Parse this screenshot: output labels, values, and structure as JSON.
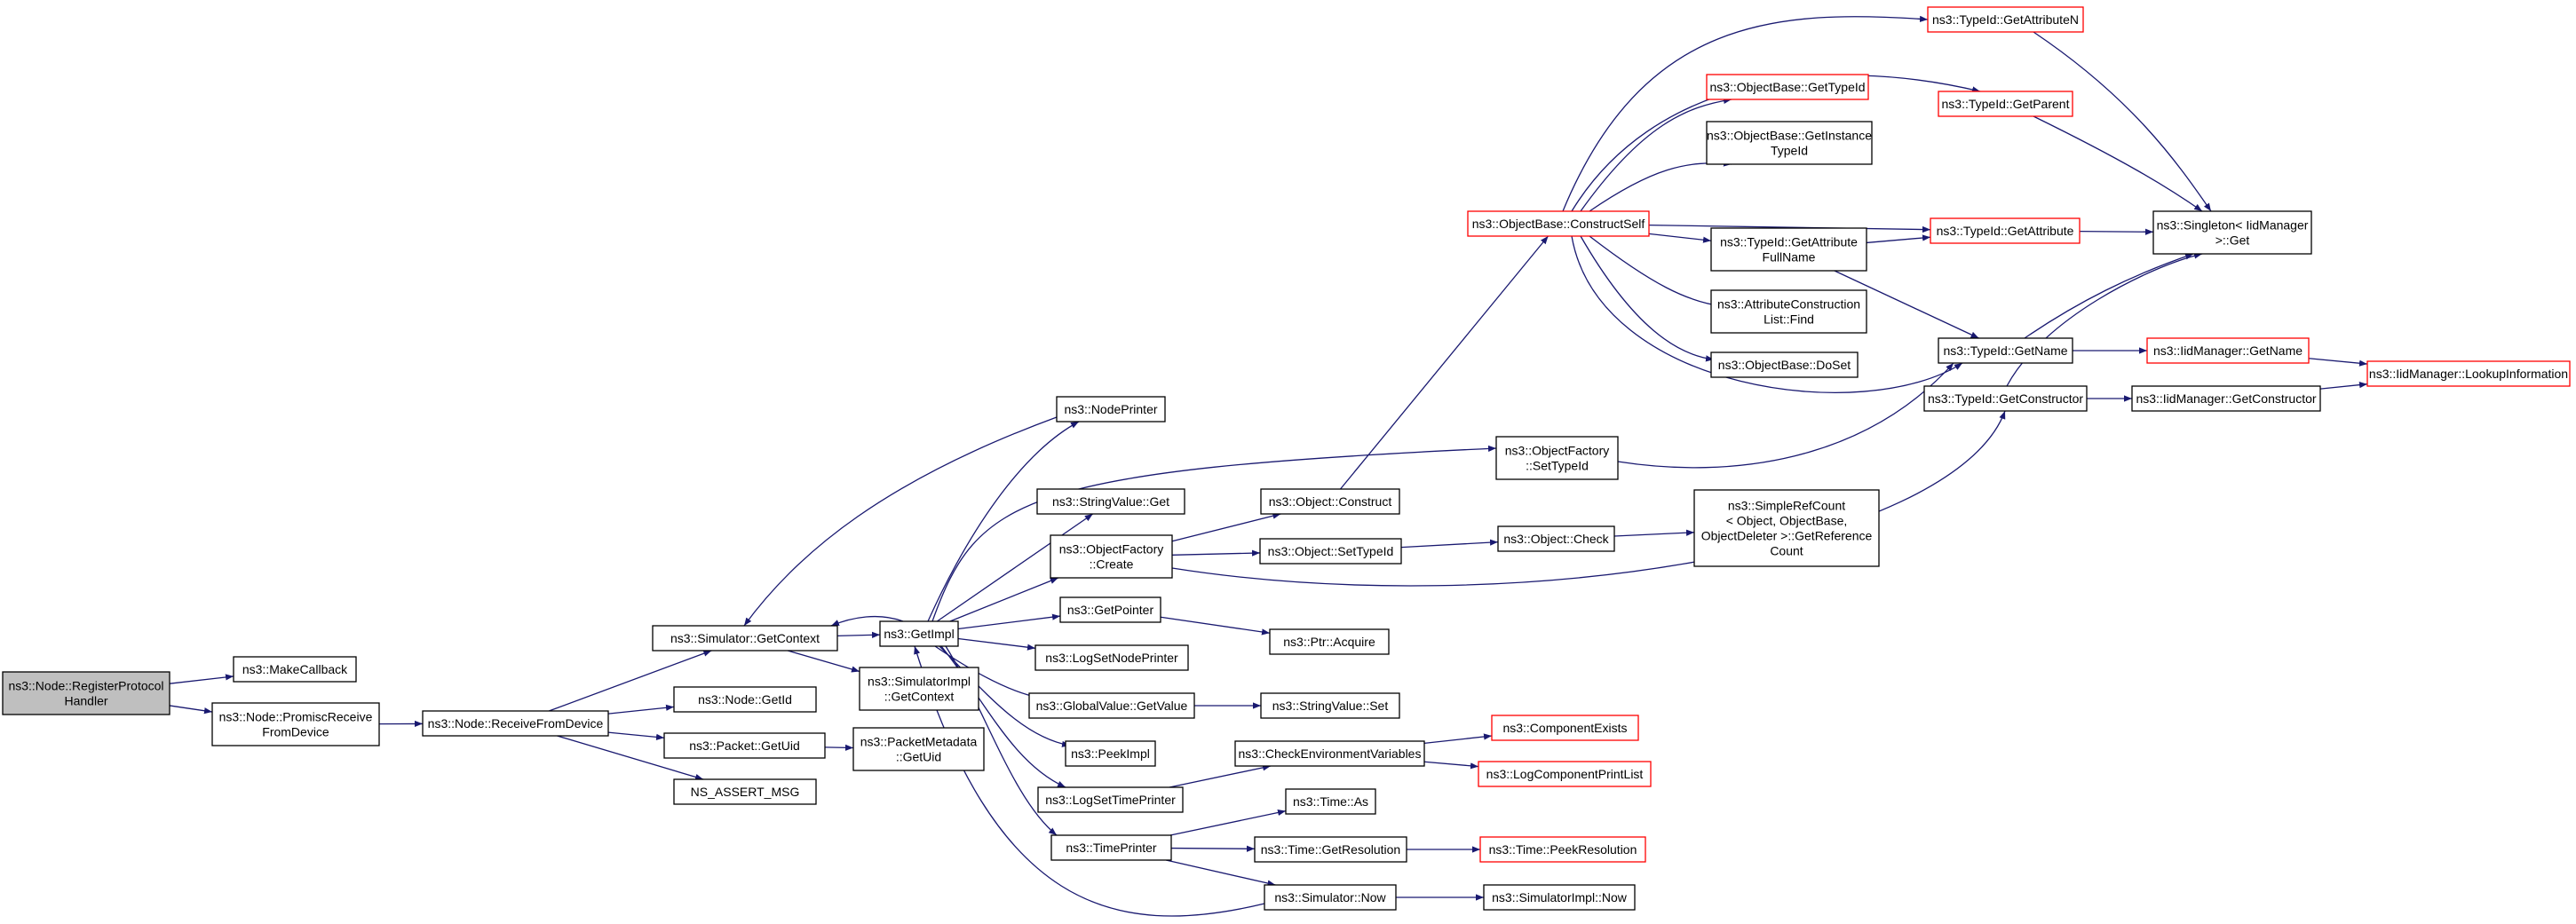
{
  "colors": {
    "edge": "#191970",
    "border_normal": "#000000",
    "border_truncated": "#ff0000",
    "root_fill": "#bfbfbf",
    "node_fill": "#ffffff"
  },
  "nodes": [
    {
      "id": "root",
      "lines": [
        "ns3::Node::RegisterProtocol",
        "Handler"
      ],
      "style": "root"
    },
    {
      "id": "makecallback",
      "lines": [
        "ns3::MakeCallback"
      ],
      "style": "normal"
    },
    {
      "id": "promisc",
      "lines": [
        "ns3::Node::PromiscReceive",
        "FromDevice"
      ],
      "style": "normal"
    },
    {
      "id": "recvdev",
      "lines": [
        "ns3::Node::ReceiveFromDevice"
      ],
      "style": "normal"
    },
    {
      "id": "getcontext",
      "lines": [
        "ns3::Simulator::GetContext"
      ],
      "style": "normal"
    },
    {
      "id": "getid",
      "lines": [
        "ns3::Node::GetId"
      ],
      "style": "normal"
    },
    {
      "id": "getuid",
      "lines": [
        "ns3::Packet::GetUid"
      ],
      "style": "normal"
    },
    {
      "id": "assertmsg",
      "lines": [
        "NS_ASSERT_MSG"
      ],
      "style": "normal"
    },
    {
      "id": "getimpl",
      "lines": [
        "ns3::GetImpl"
      ],
      "style": "normal"
    },
    {
      "id": "simimpl_ctx",
      "lines": [
        "ns3::SimulatorImpl",
        "::GetContext"
      ],
      "style": "normal"
    },
    {
      "id": "pmeta_uid",
      "lines": [
        "ns3::PacketMetadata",
        "::GetUid"
      ],
      "style": "normal"
    },
    {
      "id": "nodeprinter",
      "lines": [
        "ns3::NodePrinter"
      ],
      "style": "normal"
    },
    {
      "id": "stringvalue_get",
      "lines": [
        "ns3::StringValue::Get"
      ],
      "style": "normal"
    },
    {
      "id": "objfactory_create",
      "lines": [
        "ns3::ObjectFactory",
        "::Create"
      ],
      "style": "normal"
    },
    {
      "id": "getpointer",
      "lines": [
        "ns3::GetPointer"
      ],
      "style": "normal"
    },
    {
      "id": "logsetnodeprinter",
      "lines": [
        "ns3::LogSetNodePrinter"
      ],
      "style": "normal"
    },
    {
      "id": "globalvalue_get",
      "lines": [
        "ns3::GlobalValue::GetValue"
      ],
      "style": "normal"
    },
    {
      "id": "peekimpl",
      "lines": [
        "ns3::PeekImpl"
      ],
      "style": "normal"
    },
    {
      "id": "logsettimeprinter",
      "lines": [
        "ns3::LogSetTimePrinter"
      ],
      "style": "normal"
    },
    {
      "id": "timeprinter",
      "lines": [
        "ns3::TimePrinter"
      ],
      "style": "normal"
    },
    {
      "id": "object_construct",
      "lines": [
        "ns3::Object::Construct"
      ],
      "style": "normal"
    },
    {
      "id": "object_settypeid",
      "lines": [
        "ns3::Object::SetTypeId"
      ],
      "style": "normal"
    },
    {
      "id": "ptr_acquire",
      "lines": [
        "ns3::Ptr::Acquire"
      ],
      "style": "normal"
    },
    {
      "id": "stringvalue_set",
      "lines": [
        "ns3::StringValue::Set"
      ],
      "style": "normal"
    },
    {
      "id": "checkenv",
      "lines": [
        "ns3::CheckEnvironmentVariables"
      ],
      "style": "normal"
    },
    {
      "id": "time_as",
      "lines": [
        "ns3::Time::As"
      ],
      "style": "normal"
    },
    {
      "id": "time_getres",
      "lines": [
        "ns3::Time::GetResolution"
      ],
      "style": "normal"
    },
    {
      "id": "sim_now",
      "lines": [
        "ns3::Simulator::Now"
      ],
      "style": "normal"
    },
    {
      "id": "objfactory_settypeid",
      "lines": [
        "ns3::ObjectFactory",
        "::SetTypeId"
      ],
      "style": "normal"
    },
    {
      "id": "object_check",
      "lines": [
        "ns3::Object::Check"
      ],
      "style": "normal"
    },
    {
      "id": "componentexists",
      "lines": [
        "ns3::ComponentExists"
      ],
      "style": "truncated"
    },
    {
      "id": "logcompprintlist",
      "lines": [
        "ns3::LogComponentPrintList"
      ],
      "style": "truncated"
    },
    {
      "id": "time_peekres",
      "lines": [
        "ns3::Time::PeekResolution"
      ],
      "style": "truncated"
    },
    {
      "id": "simimpl_now",
      "lines": [
        "ns3::SimulatorImpl::Now"
      ],
      "style": "normal"
    },
    {
      "id": "constructself",
      "lines": [
        "ns3::ObjectBase::ConstructSelf"
      ],
      "style": "truncated"
    },
    {
      "id": "simplerefcount",
      "lines": [
        "ns3::SimpleRefCount",
        "< Object, ObjectBase,",
        "ObjectDeleter >::GetReference",
        "Count"
      ],
      "style": "normal"
    },
    {
      "id": "ob_gettypeid",
      "lines": [
        "ns3::ObjectBase::GetTypeId"
      ],
      "style": "truncated"
    },
    {
      "id": "ob_getinsttypeid",
      "lines": [
        "ns3::ObjectBase::GetInstance",
        "TypeId"
      ],
      "style": "normal"
    },
    {
      "id": "tid_getattrfullname",
      "lines": [
        "ns3::TypeId::GetAttribute",
        "FullName"
      ],
      "style": "normal"
    },
    {
      "id": "attrconstr_find",
      "lines": [
        "ns3::AttributeConstruction",
        "List::Find"
      ],
      "style": "normal"
    },
    {
      "id": "ob_doset",
      "lines": [
        "ns3::ObjectBase::DoSet"
      ],
      "style": "normal"
    },
    {
      "id": "tid_getattributen",
      "lines": [
        "ns3::TypeId::GetAttributeN"
      ],
      "style": "truncated"
    },
    {
      "id": "tid_getparent",
      "lines": [
        "ns3::TypeId::GetParent"
      ],
      "style": "truncated"
    },
    {
      "id": "tid_getattribute",
      "lines": [
        "ns3::TypeId::GetAttribute"
      ],
      "style": "truncated"
    },
    {
      "id": "tid_getname",
      "lines": [
        "ns3::TypeId::GetName"
      ],
      "style": "normal"
    },
    {
      "id": "tid_getconstructor",
      "lines": [
        "ns3::TypeId::GetConstructor"
      ],
      "style": "normal"
    },
    {
      "id": "singleton_get",
      "lines": [
        "ns3::Singleton< IidManager",
        ">::Get"
      ],
      "style": "normal"
    },
    {
      "id": "iid_getname",
      "lines": [
        "ns3::IidManager::GetName"
      ],
      "style": "truncated"
    },
    {
      "id": "iid_getconstructor",
      "lines": [
        "ns3::IidManager::GetConstructor"
      ],
      "style": "normal"
    },
    {
      "id": "iid_lookupinfo",
      "lines": [
        "ns3::IidManager::LookupInformation"
      ],
      "style": "truncated"
    }
  ],
  "edges": [
    [
      "root",
      "makecallback"
    ],
    [
      "root",
      "promisc"
    ],
    [
      "promisc",
      "recvdev"
    ],
    [
      "recvdev",
      "getcontext"
    ],
    [
      "recvdev",
      "getid"
    ],
    [
      "recvdev",
      "getuid"
    ],
    [
      "recvdev",
      "assertmsg"
    ],
    [
      "getcontext",
      "getimpl"
    ],
    [
      "getcontext",
      "simimpl_ctx"
    ],
    [
      "getuid",
      "pmeta_uid"
    ],
    [
      "getimpl",
      "getcontext"
    ],
    [
      "getimpl",
      "nodeprinter"
    ],
    [
      "getimpl",
      "stringvalue_get"
    ],
    [
      "getimpl",
      "objfactory_create"
    ],
    [
      "getimpl",
      "getpointer"
    ],
    [
      "getimpl",
      "logsetnodeprinter"
    ],
    [
      "getimpl",
      "globalvalue_get"
    ],
    [
      "getimpl",
      "peekimpl"
    ],
    [
      "getimpl",
      "logsettimeprinter"
    ],
    [
      "getimpl",
      "timeprinter"
    ],
    [
      "getimpl",
      "objfactory_settypeid"
    ],
    [
      "nodeprinter",
      "getcontext"
    ],
    [
      "getpointer",
      "ptr_acquire"
    ],
    [
      "globalvalue_get",
      "stringvalue_set"
    ],
    [
      "objfactory_create",
      "object_construct"
    ],
    [
      "objfactory_create",
      "object_settypeid"
    ],
    [
      "objfactory_create",
      "tid_getconstructor"
    ],
    [
      "object_settypeid",
      "object_check"
    ],
    [
      "object_check",
      "simplerefcount"
    ],
    [
      "object_construct",
      "constructself"
    ],
    [
      "logsettimeprinter",
      "checkenv"
    ],
    [
      "checkenv",
      "componentexists"
    ],
    [
      "checkenv",
      "logcompprintlist"
    ],
    [
      "timeprinter",
      "time_as"
    ],
    [
      "timeprinter",
      "time_getres"
    ],
    [
      "timeprinter",
      "sim_now"
    ],
    [
      "time_getres",
      "time_peekres"
    ],
    [
      "sim_now",
      "getimpl"
    ],
    [
      "sim_now",
      "simimpl_now"
    ],
    [
      "objfactory_settypeid",
      "tid_getname"
    ],
    [
      "constructself",
      "ob_gettypeid"
    ],
    [
      "constructself",
      "ob_getinsttypeid"
    ],
    [
      "constructself",
      "tid_getattrfullname"
    ],
    [
      "constructself",
      "attrconstr_find"
    ],
    [
      "constructself",
      "ob_doset"
    ],
    [
      "constructself",
      "tid_getattributen"
    ],
    [
      "constructself",
      "tid_getparent"
    ],
    [
      "constructself",
      "tid_getattribute"
    ],
    [
      "constructself",
      "tid_getname"
    ],
    [
      "tid_getattrfullname",
      "tid_getattribute"
    ],
    [
      "tid_getattrfullname",
      "tid_getname"
    ],
    [
      "tid_getattributen",
      "singleton_get"
    ],
    [
      "tid_getparent",
      "singleton_get"
    ],
    [
      "tid_getattribute",
      "singleton_get"
    ],
    [
      "tid_getname",
      "singleton_get"
    ],
    [
      "tid_getname",
      "iid_getname"
    ],
    [
      "tid_getconstructor",
      "singleton_get"
    ],
    [
      "tid_getconstructor",
      "iid_getconstructor"
    ],
    [
      "iid_getname",
      "iid_lookupinfo"
    ],
    [
      "iid_getconstructor",
      "iid_lookupinfo"
    ]
  ]
}
